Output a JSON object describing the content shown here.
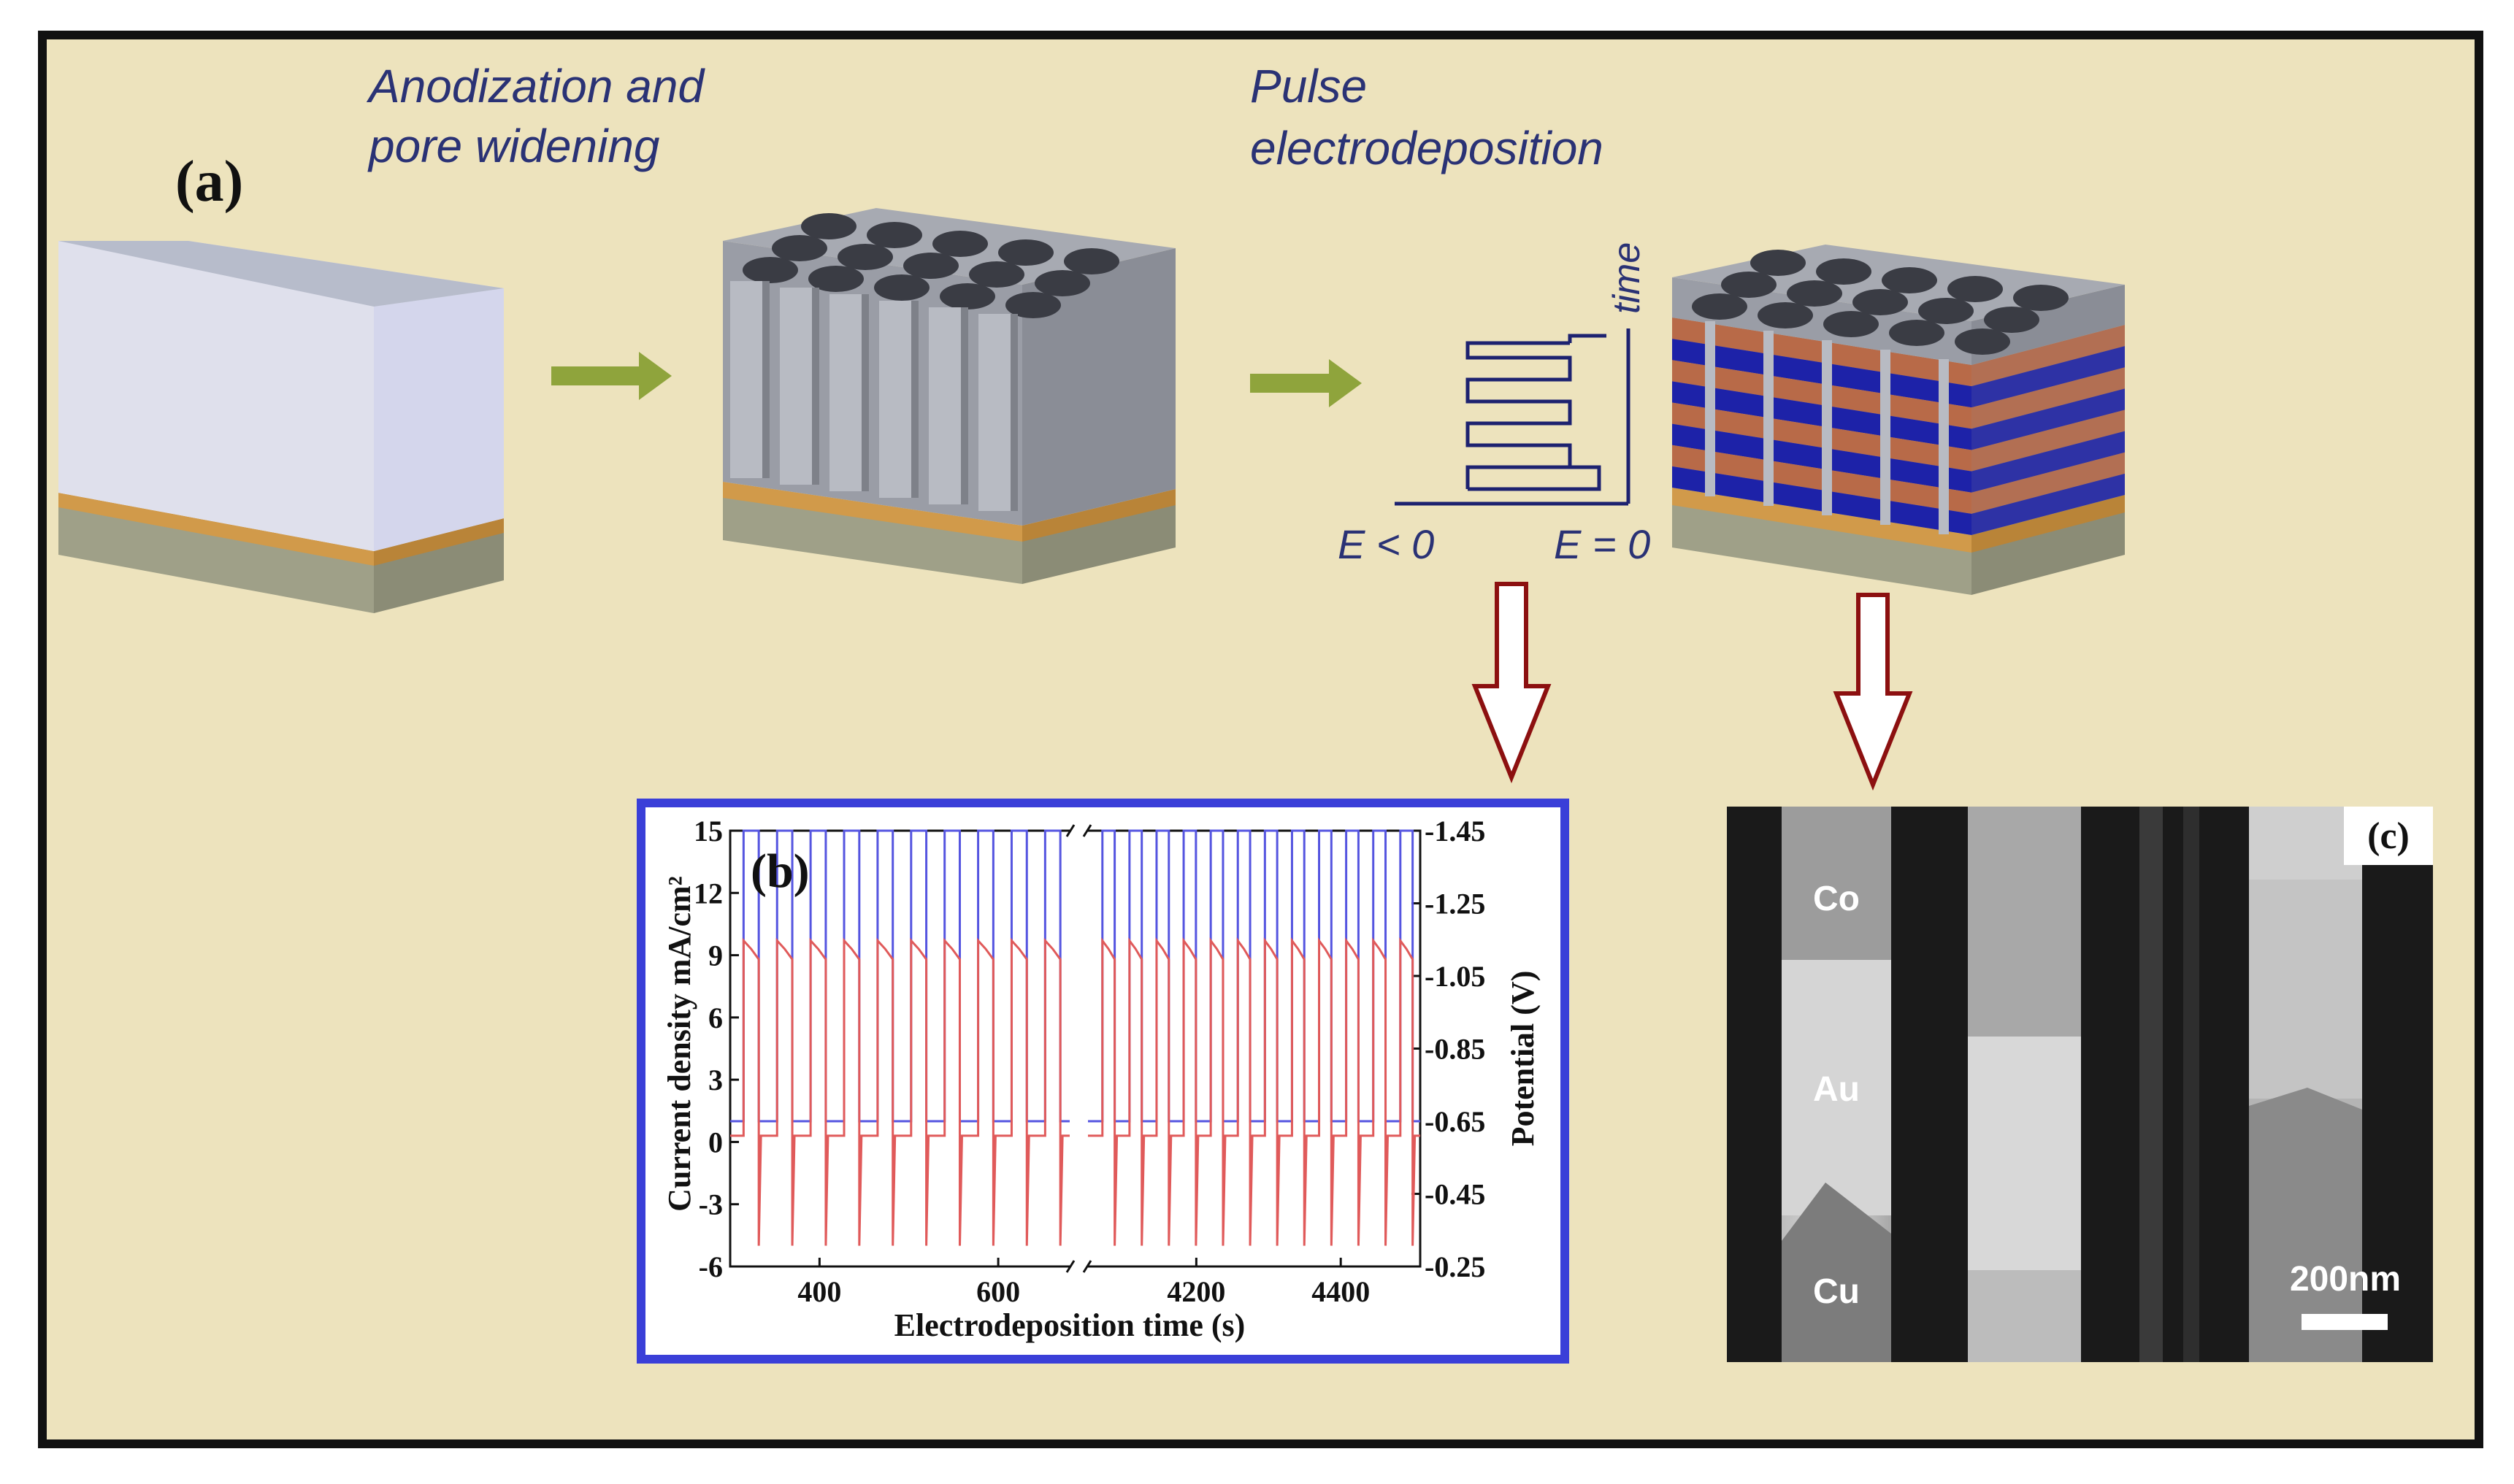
{
  "panel_a": {
    "label": "(a)",
    "step1": "Anodization and pore widening",
    "step1_line1": "Anodization and",
    "step1_line2": "pore widening",
    "step2_line1": "Pulse",
    "step2_line2": "electrodeposition",
    "pulse_time_label": "time",
    "pulse_e_neg": "E < 0",
    "pulse_e_zero": "E = 0"
  },
  "panel_b": {
    "label": "(b)",
    "xlabel": "Electrodeposition time (s)",
    "ylabel_left": "Current density mA/cm²",
    "ylabel_right": "Potential (V)",
    "yticks_left": [
      "15",
      "12",
      "9",
      "6",
      "3",
      "0",
      "-3",
      "-6"
    ],
    "yticks_right": [
      "-1.45",
      "-1.25",
      "-1.05",
      "-0.85",
      "-0.65",
      "-0.45",
      "-0.25"
    ],
    "xticks": [
      "400",
      "600",
      "4200",
      "4400"
    ]
  },
  "panel_c": {
    "label": "(c)",
    "segments": [
      "Co",
      "Au",
      "Cu"
    ],
    "scale_bar": "200nm"
  },
  "colors": {
    "background": "#ede3bd",
    "current_trace": "#e05a5a",
    "potential_trace": "#5555e0",
    "cu_layer": "#b86a48",
    "co_layer": "#1d22a8",
    "arrow_green": "#8fa43c",
    "arrow_red": "#8c1010",
    "frame_blue": "#3a3fd8"
  },
  "chart_data": {
    "type": "line",
    "title": "",
    "xlabel": "Electrodeposition time (s)",
    "ylabel": "Current density mA/cm²",
    "y2label": "Potential (V)",
    "ylim": [
      -6,
      15
    ],
    "y2lim": [
      -0.25,
      -1.45
    ],
    "x_segments": [
      [
        300,
        680
      ],
      [
        4050,
        4510
      ]
    ],
    "x_ticks": [
      400,
      600,
      4200,
      4400
    ],
    "y_ticks": [
      15,
      12,
      9,
      6,
      3,
      0,
      -3,
      -6
    ],
    "y2_ticks": [
      -1.45,
      -1.25,
      -1.05,
      -0.85,
      -0.65,
      -0.45,
      -0.25
    ],
    "pulse_period_s": 37.5,
    "pulse_on_s": 17,
    "series": [
      {
        "name": "Current density",
        "axis": "left",
        "on_value": 9.3,
        "off_value": 0.3,
        "spike_value": -5.0
      },
      {
        "name": "Potential",
        "axis": "right",
        "on_value": -1.45,
        "off_value": -0.65
      }
    ]
  }
}
